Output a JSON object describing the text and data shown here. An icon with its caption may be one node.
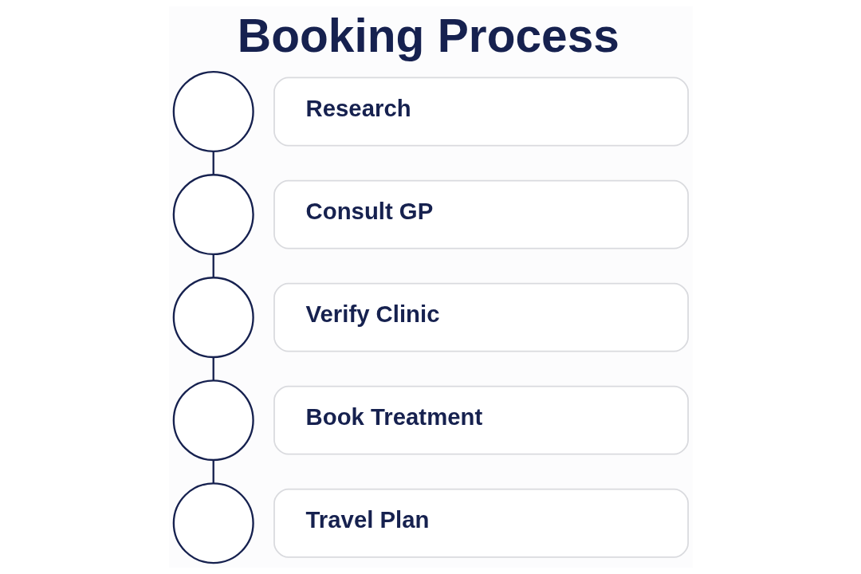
{
  "diagram": {
    "title": "Booking Process",
    "nodes": [
      {
        "text": [],
        "shape": "circle"
      },
      {
        "text": [
          "Research"
        ]
      },
      {
        "text": [],
        "shape": "circle"
      },
      {
        "text": [
          "Consult GP"
        ]
      },
      {
        "text": [],
        "shape": "circle"
      },
      {
        "text": [
          "Verify Clinic"
        ]
      },
      {
        "text": [],
        "shape": "circle"
      },
      {
        "text": [
          "Book Treatment"
        ]
      },
      {
        "text": [],
        "shape": "circle"
      },
      {
        "text": [
          "Travel Plan"
        ]
      }
    ],
    "edges": [
      {
        "from": 0,
        "to": 2,
        "arrow": "none"
      },
      {
        "from": 2,
        "to": 4,
        "arrow": "none"
      },
      {
        "from": 4,
        "to": 6,
        "arrow": "none"
      },
      {
        "from": 6,
        "to": 8,
        "arrow": "none"
      }
    ]
  }
}
